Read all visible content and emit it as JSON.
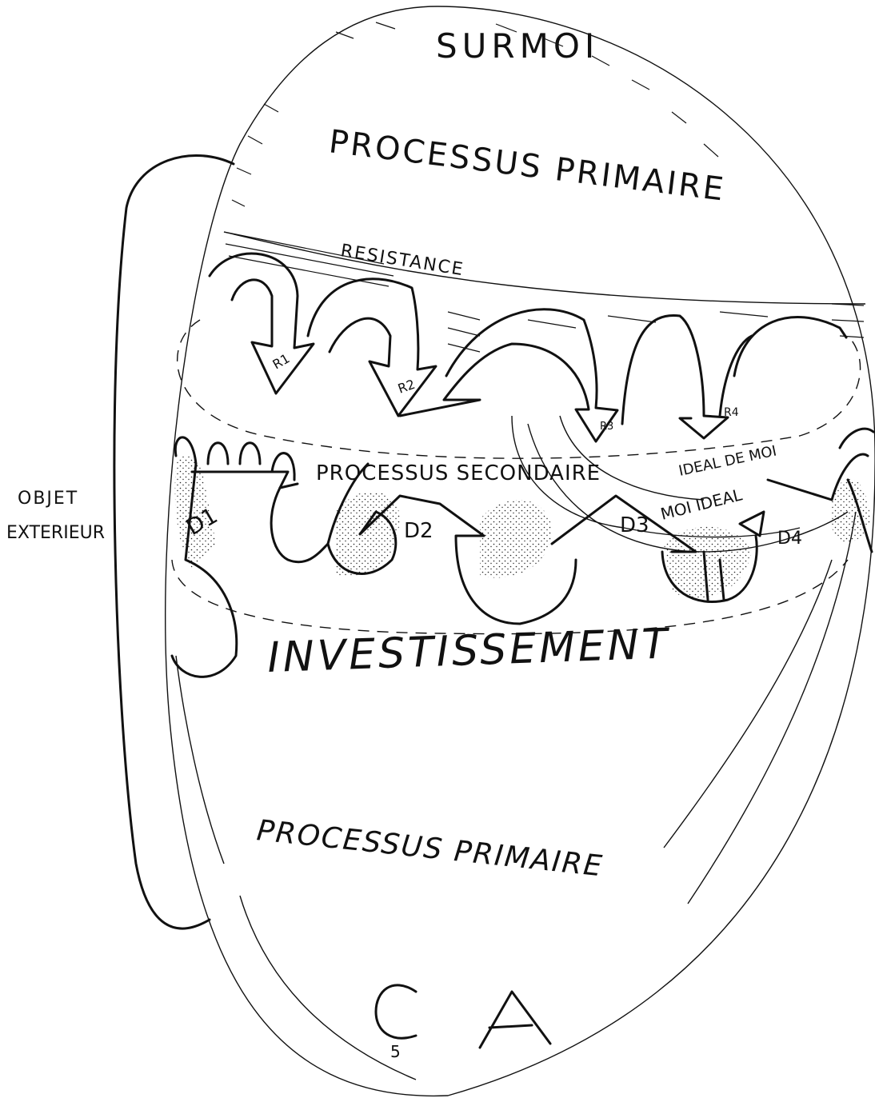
{
  "diagram": {
    "regions": {
      "superego": "SURMOI",
      "primary_process_top": "PROCESSUS PRIMAIRE",
      "resistance": "RESISTANCE",
      "secondary_process": "PROCESSUS SECONDAIRE",
      "ego_ideal": "IDEAL DE MOI",
      "ideal_ego": "MOI IDEAL",
      "cathexis": "INVESTISSEMENT",
      "primary_process_bottom": "PROCESSUS PRIMAIRE",
      "id": "ÇA",
      "external_object_line1": "OBJET",
      "external_object_line2": "EXTERIEUR"
    },
    "resistance_arrows": [
      "R1",
      "R2",
      "R3",
      "R4"
    ],
    "defense_arrows": [
      "D1",
      "D2",
      "D3",
      "D4"
    ],
    "page_number": "5"
  }
}
